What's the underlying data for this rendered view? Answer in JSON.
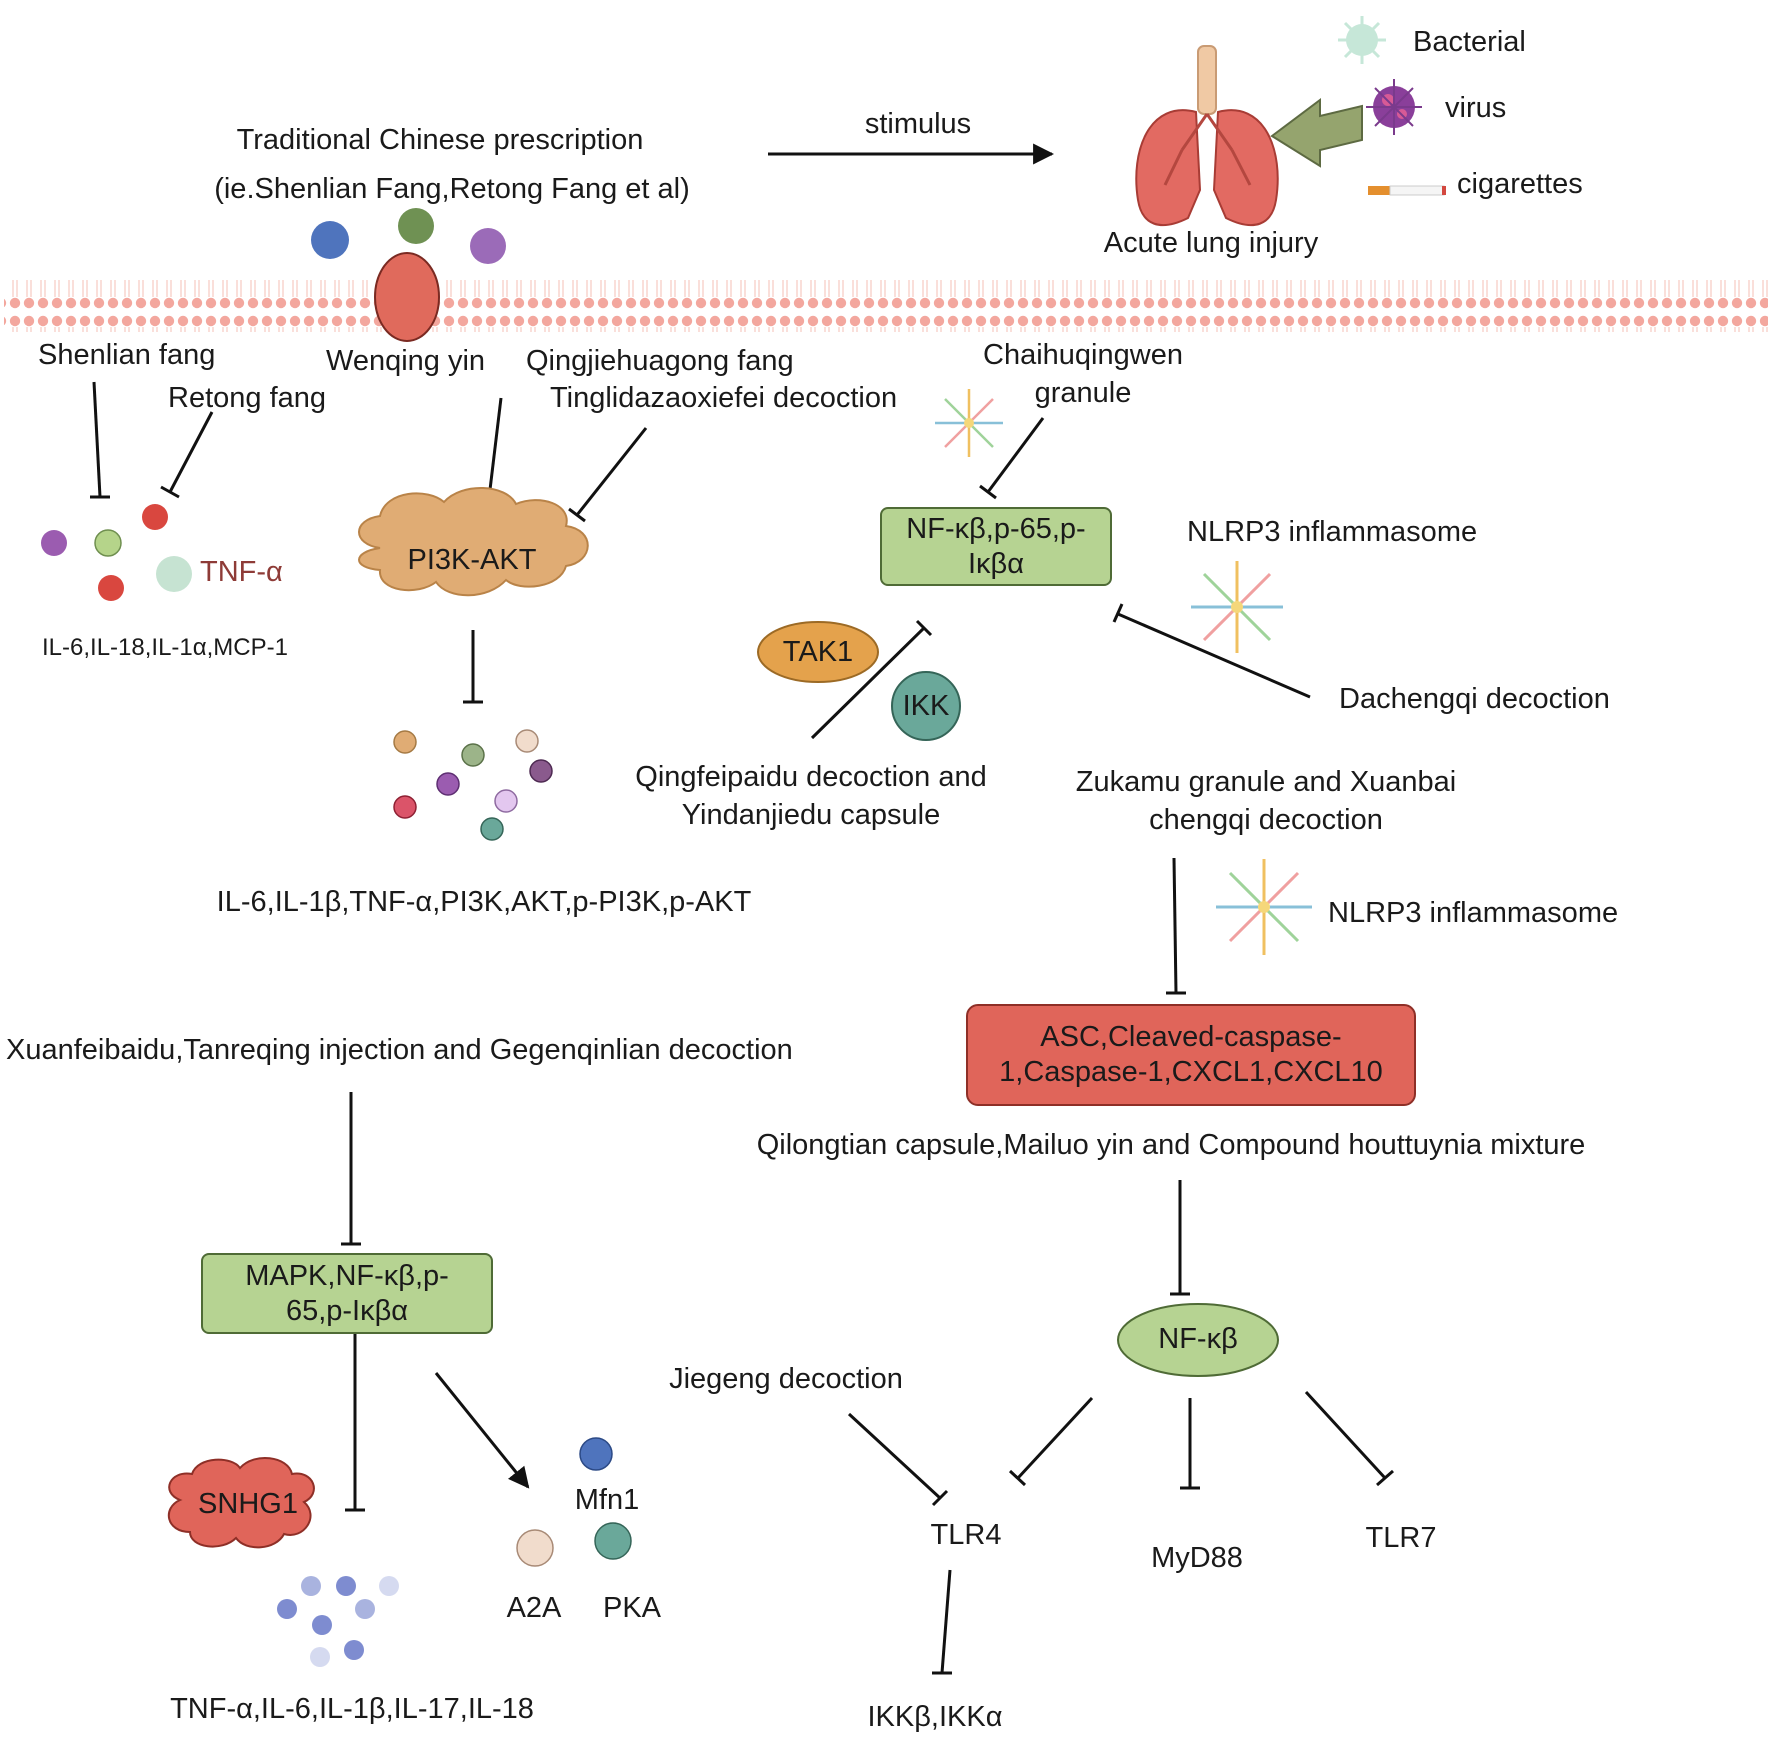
{
  "header": {
    "prescription_line1": "Traditional Chinese prescription",
    "prescription_line2": "(ie.Shenlian Fang,Retong Fang et al)",
    "stimulus": "stimulus",
    "injury": "Acute lung injury",
    "causes": [
      "Bacterial",
      "virus",
      "cigarettes"
    ]
  },
  "left_top": {
    "shenlian": "Shenlian fang",
    "retong": "Retong fang",
    "tnf": "TNF-α",
    "cytokines": "IL-6,IL-18,IL-1α,MCP-1"
  },
  "pi3k_branch": {
    "wenqing": "Wenqing yin",
    "qingjie_line1": "Qingjiehuagong fang",
    "qingjie_line2": "Tinglidazaoxiefei decoction",
    "node": "PI3K-AKT",
    "outputs": "IL-6,IL-1β,TNF-α,PI3K,AKT,p-PI3K,p-AKT"
  },
  "nfkb_branch": {
    "chaihu_line1": "Chaihuqingwen",
    "chaihu_line2": "granule",
    "node_line1": "NF-κβ,p-65,p-",
    "node_line2": "Iκβα",
    "nlrp3": "NLRP3 inflammasome",
    "tak1": "TAK1",
    "ikk": "IKK",
    "dachengqi": "Dachengqi decoction",
    "qingfei_line1": "Qingfeipaidu decoction and",
    "qingfei_line2": "Yindanjiedu capsule"
  },
  "inflammasome_branch": {
    "zukamu_line1": "Zukamu granule and Xuanbai",
    "zukamu_line2": "chengqi decoction",
    "nlrp3": "NLRP3 inflammasome",
    "node_line1": "ASC,Cleaved-caspase-",
    "node_line2": "1,Caspase-1,CXCL1,CXCL10",
    "qilong": "Qilongtian capsule,Mailuo yin and Compound houttuynia mixture",
    "nfkb": "NF-κβ",
    "jiegeng": "Jiegeng decoction",
    "tlr4": "TLR4",
    "myd88": "MyD88",
    "tlr7": "TLR7",
    "ikk_out": "IKKβ,IKKα"
  },
  "mapk_branch": {
    "xuanfei": "Xuanfeibaidu,Tanreqing injection and Gegenqinlian decoction",
    "node_line1": "MAPK,NF-κβ,p-",
    "node_line2": "65,p-Iκβα",
    "snhg1": "SNHG1",
    "mfn1": "Mfn1",
    "a2a": "A2A",
    "pka": "PKA",
    "outputs": "TNF-α,IL-6,IL-1β,IL-17,IL-18"
  },
  "colors": {
    "green_box": "#b6d392",
    "red_box": "#e0655a",
    "cloud": "#e0ac74",
    "membrane": "#f2a59c",
    "tak1": "#e4a24c",
    "ikk": "#6aa89a",
    "nfkb_ellipse": "#b6d392"
  }
}
